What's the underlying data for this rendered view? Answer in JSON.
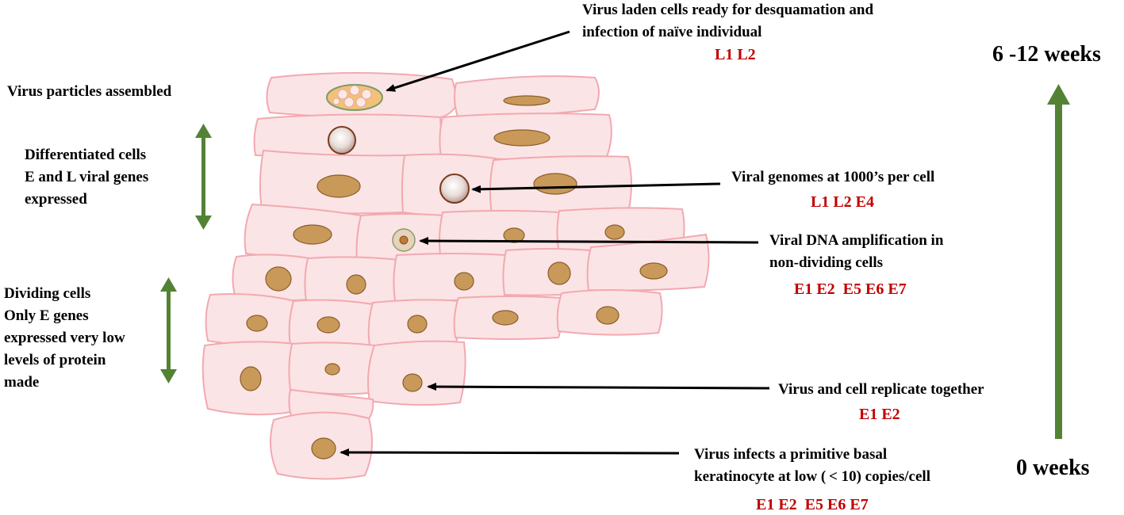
{
  "labels": {
    "top_annotation_line1": "Virus laden cells ready for desquamation and",
    "top_annotation_line2": "infection of naïve individual",
    "top_genes": "L1 L2",
    "particles_assembled": "Virus particles assembled",
    "differentiated_line1": "Differentiated cells",
    "differentiated_line2": "E and L viral genes",
    "differentiated_line3": "expressed",
    "dividing_line1": "Dividing cells",
    "dividing_line2": "Only E genes",
    "dividing_line3": "expressed very low",
    "dividing_line4": "levels of protein",
    "dividing_line5": "made",
    "genomes": "Viral genomes at 1000’s per cell",
    "genomes_genes": "L1 L2 E4",
    "amplification_line1": "Viral DNA amplification in",
    "amplification_line2": "non-dividing cells",
    "amplification_genes": "E1 E2  E5 E6 E7",
    "replicate": "Virus and cell replicate together",
    "replicate_genes": "E1 E2",
    "infects_line1": "Virus infects a primitive basal",
    "infects_line2": "keratinocyte at low ( < 10) copies/cell",
    "infects_genes": "E1 E2  E5 E6 E7"
  },
  "timeline": {
    "top": "6 -12 weeks",
    "bottom": "0 weeks"
  },
  "colors": {
    "cell_fill": "#fbe4e6",
    "cell_stroke": "#f2a9b0",
    "nucleus_fill": "#c9995a",
    "nucleus_stroke": "#8a5e2a",
    "gene_text": "#c00000",
    "green_arrow": "#548235"
  }
}
